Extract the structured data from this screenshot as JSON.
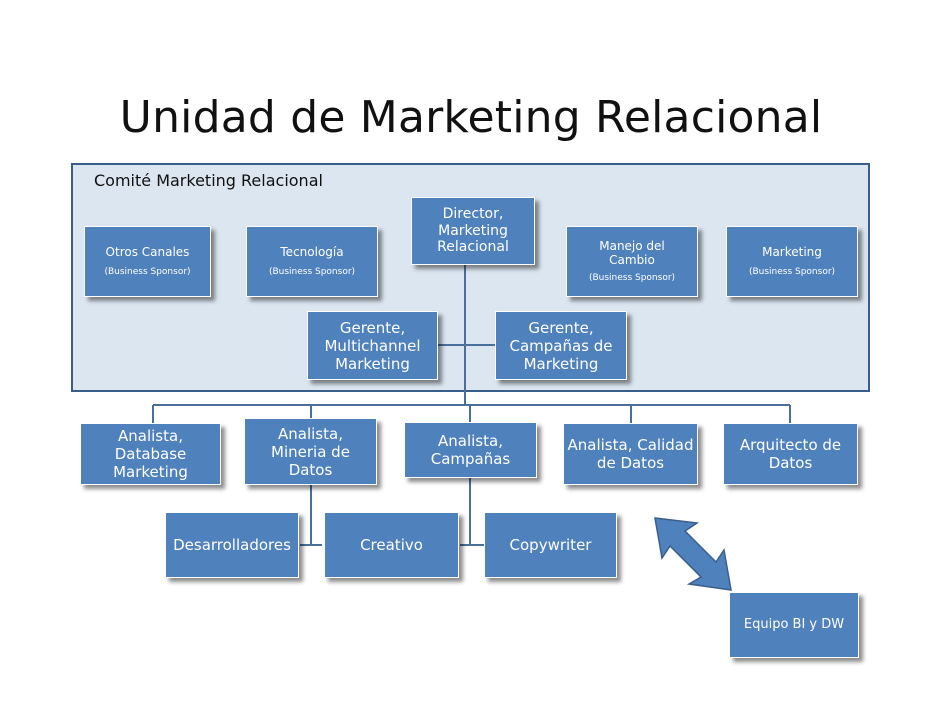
{
  "title": "Unidad de Marketing Relacional",
  "committee": {
    "label": "Comité Marketing Relacional"
  },
  "nodes": {
    "director": "Director, Marketing Relacional",
    "otros_canales": {
      "name": "Otros Canales",
      "role": "(Business Sponsor)"
    },
    "tecnologia": {
      "name": "Tecnología",
      "role": "(Business Sponsor)"
    },
    "manejo_cambio": {
      "name": "Manejo del Cambio",
      "role": "(Business Sponsor)"
    },
    "marketing": {
      "name": "Marketing",
      "role": "(Business Sponsor)"
    },
    "gerente_multichannel": "Gerente, Multichannel Marketing",
    "gerente_campanas": "Gerente, Campañas de Marketing",
    "analista_database": "Analista, Database Marketing",
    "analista_mineria": "Analista, Mineria de Datos",
    "analista_campanas": "Analista, Campañas",
    "analista_calidad": "Analista, Calidad de Datos",
    "arquitecto": "Arquitecto de Datos",
    "desarrolladores": "Desarrolladores",
    "creativo": "Creativo",
    "copywriter": "Copywriter",
    "equipo_bi": "Equipo BI y DW"
  },
  "colors": {
    "box_fill": "#4f81bd",
    "committee_fill": "#dce6f1",
    "committee_border": "#3a5e8c",
    "connector": "#4a6f9c"
  }
}
